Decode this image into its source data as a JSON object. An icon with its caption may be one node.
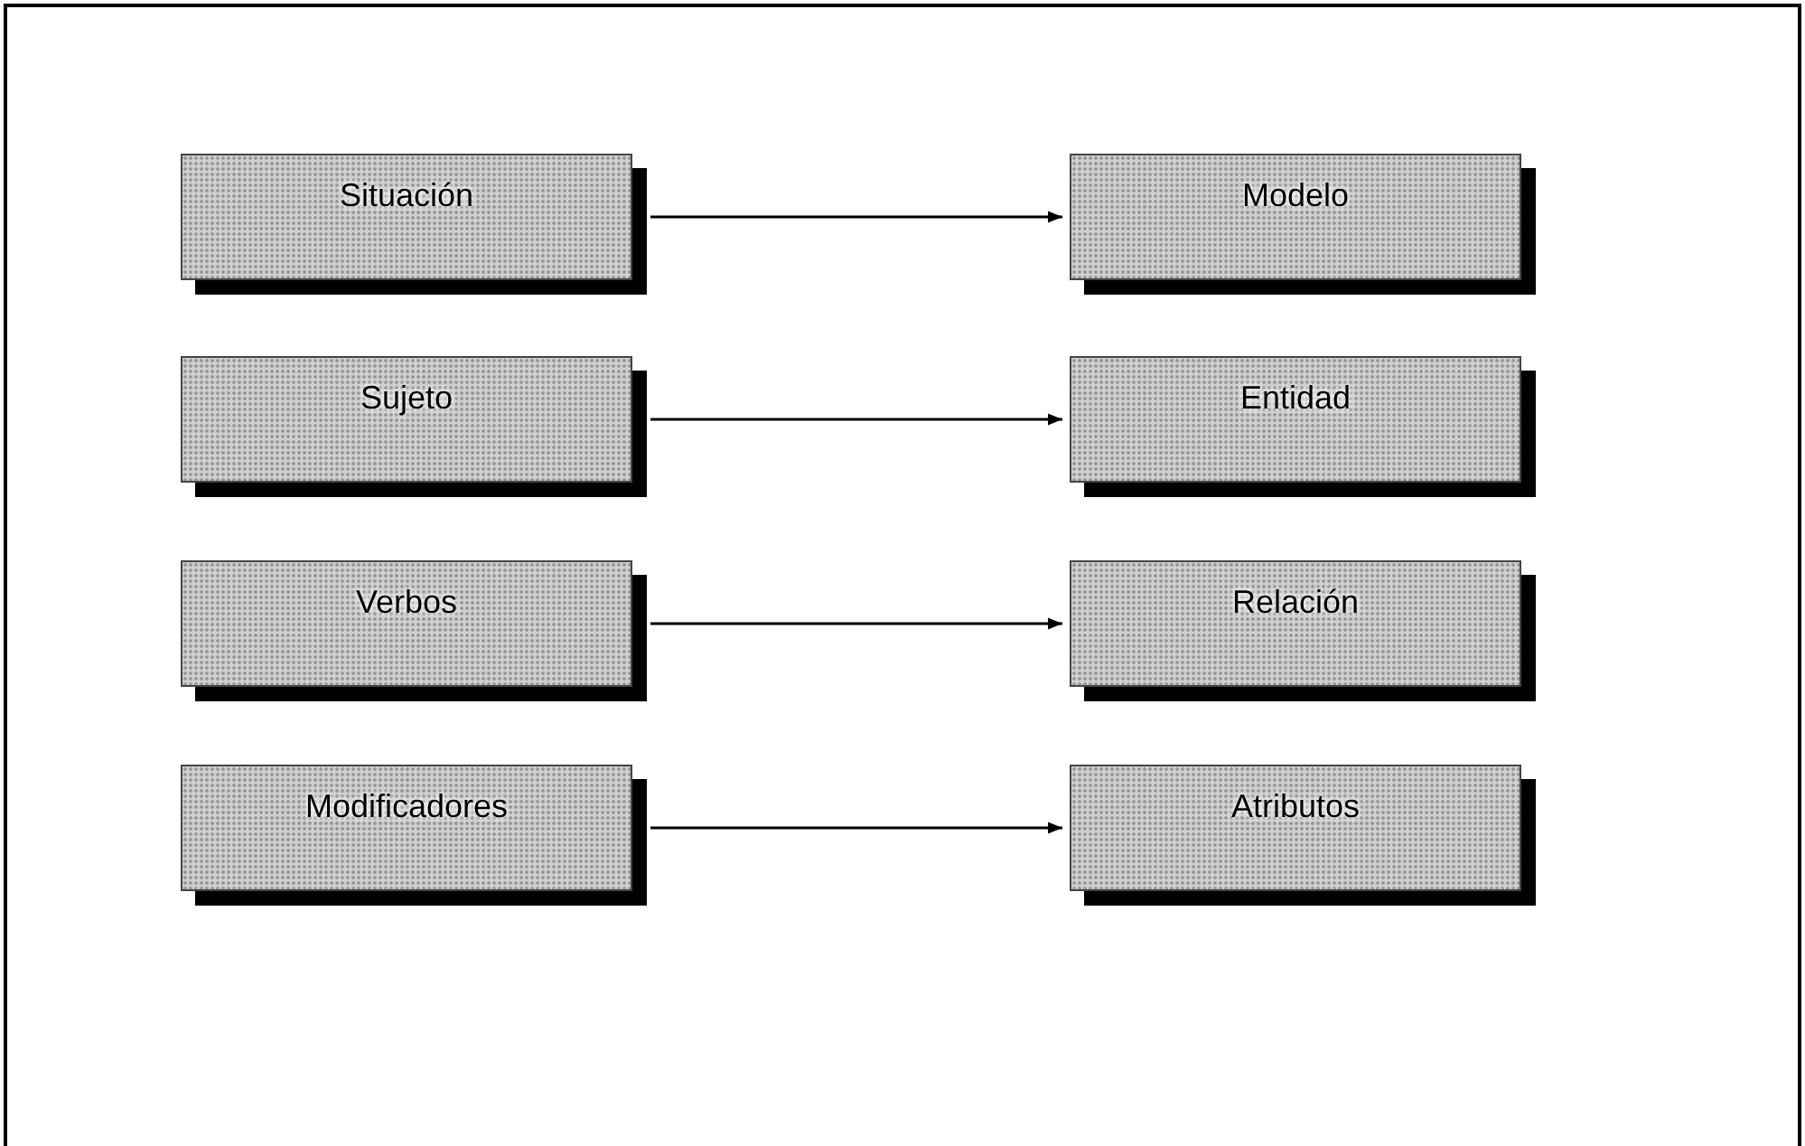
{
  "diagram": {
    "nodes": [
      {
        "text": [
          "Situación"
        ]
      },
      {
        "text": [
          "Modelo"
        ]
      },
      {
        "text": [
          "Sujeto"
        ]
      },
      {
        "text": [
          "Entidad"
        ]
      },
      {
        "text": [
          "Verbos"
        ]
      },
      {
        "text": [
          "Relación"
        ]
      },
      {
        "text": [
          "Modificadores"
        ]
      },
      {
        "text": [
          "Atributos"
        ]
      }
    ],
    "edges": [
      {
        "from": 0,
        "to": 1,
        "arrow": "to"
      },
      {
        "from": 2,
        "to": 3,
        "arrow": "to"
      },
      {
        "from": 4,
        "to": 5,
        "arrow": "to"
      },
      {
        "from": 6,
        "to": 7,
        "arrow": "to"
      }
    ]
  }
}
